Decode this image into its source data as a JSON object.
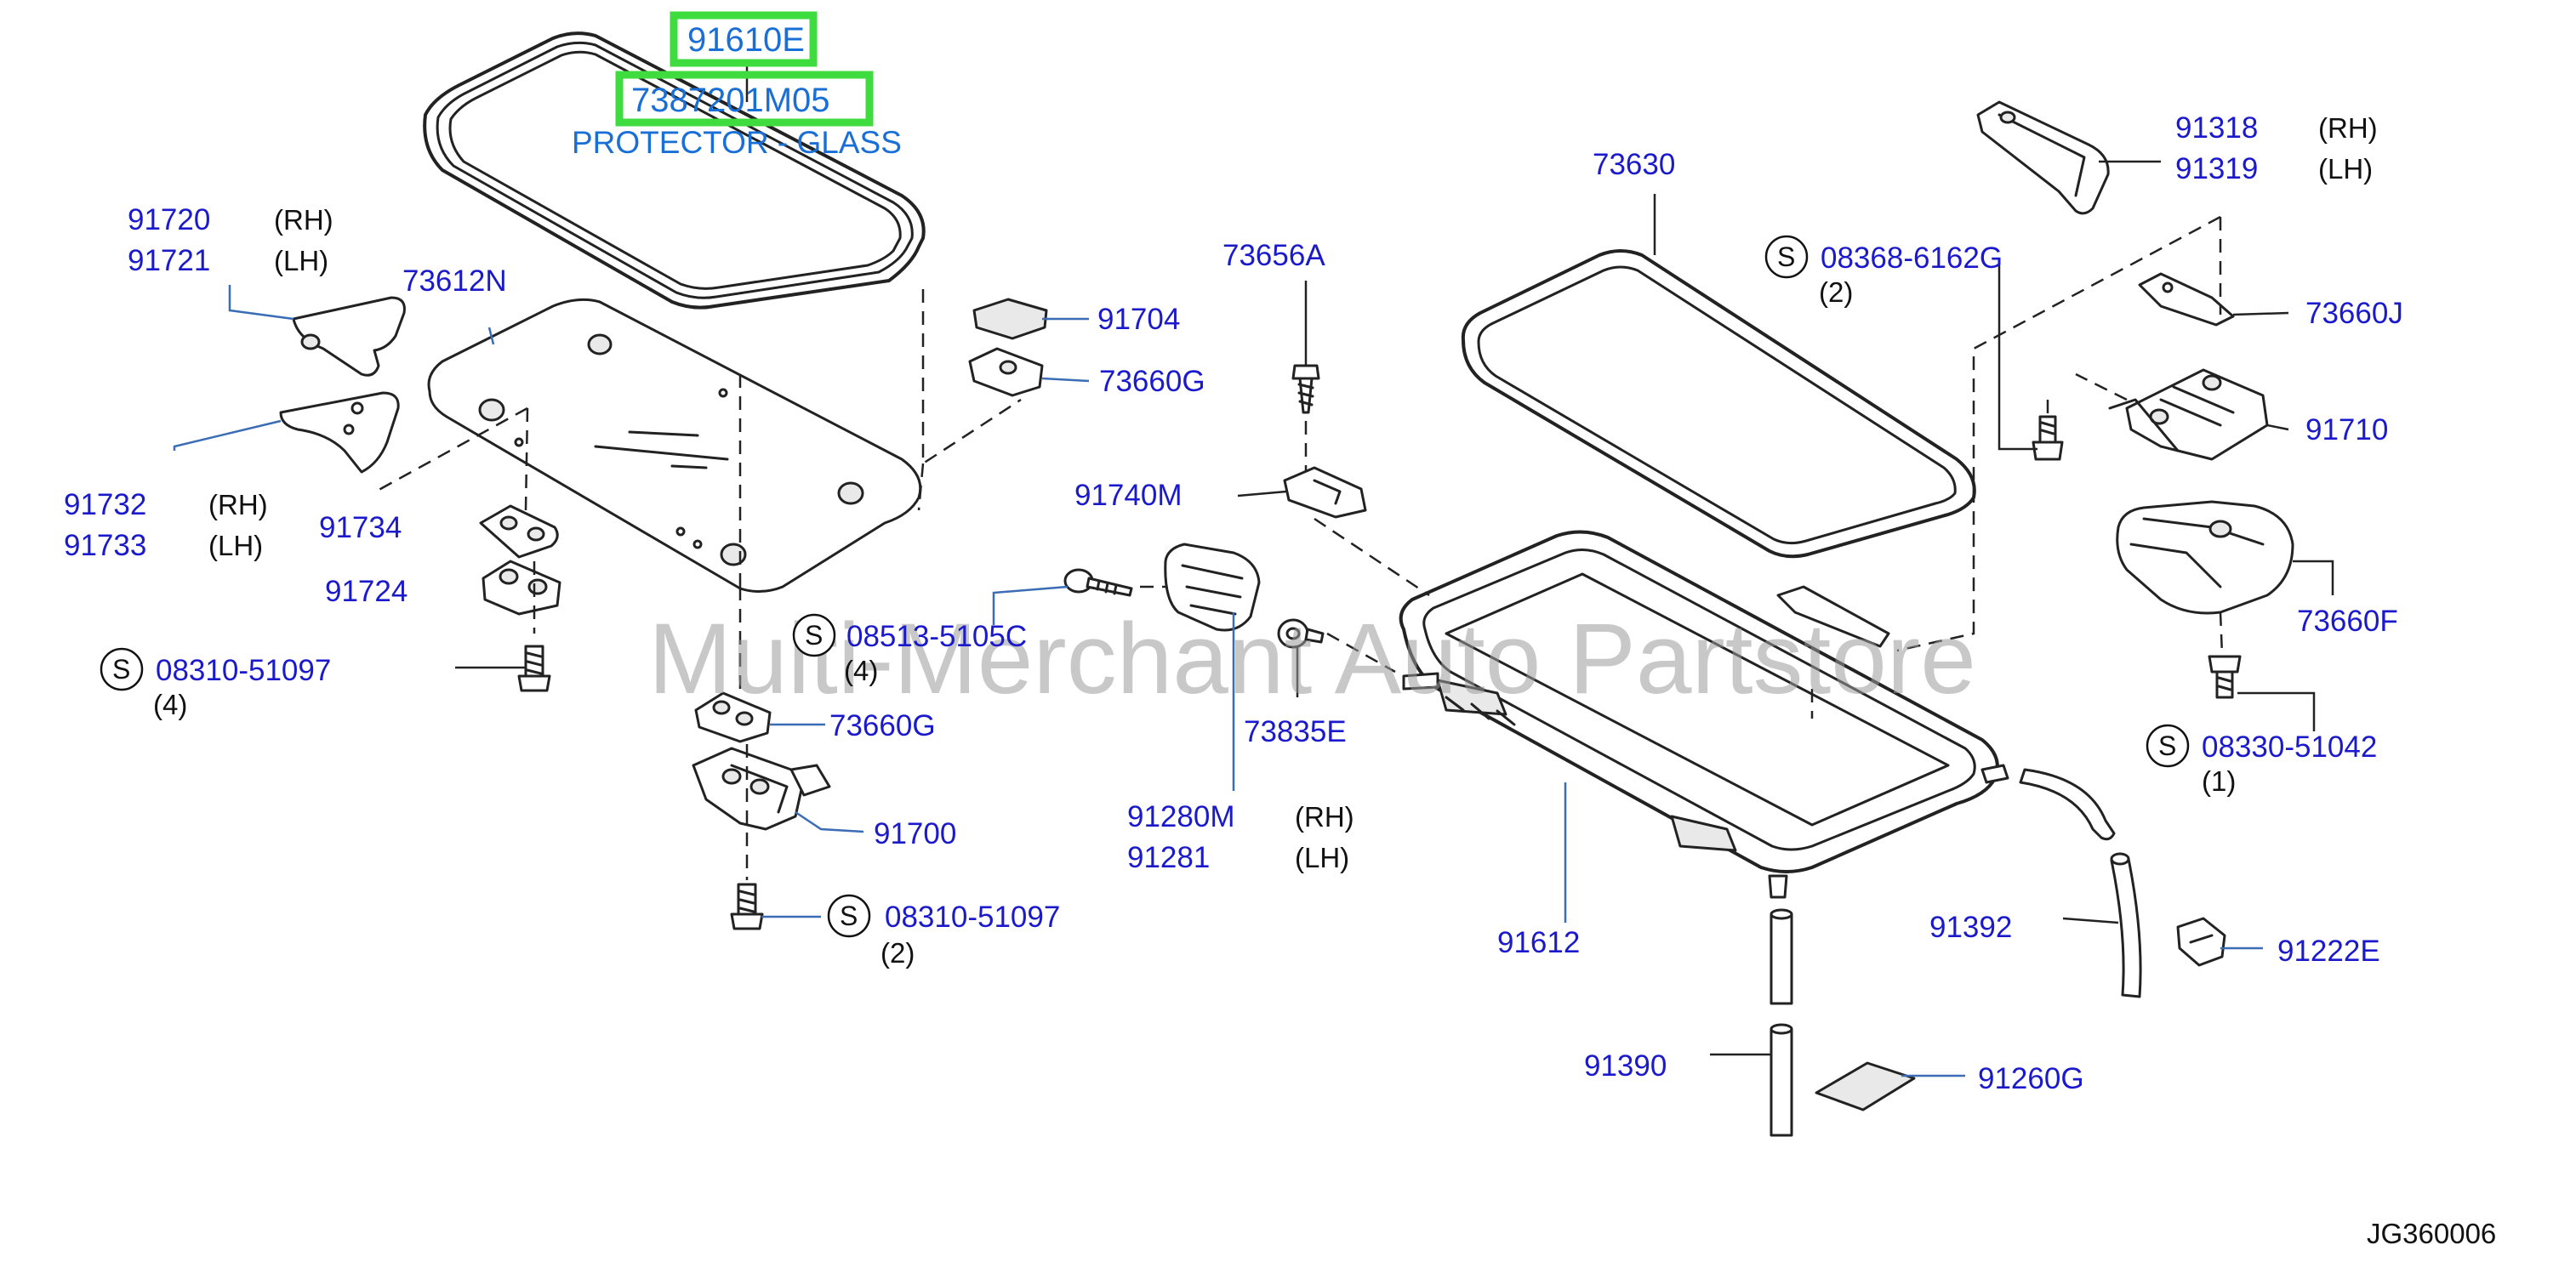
{
  "diagram": {
    "highlight": {
      "part_primary": "91610E",
      "part_secondary": "7387201M05",
      "description": "PROTECTOR - GLASS"
    },
    "labels": [
      {
        "id": "l73612n",
        "text": "73612N"
      },
      {
        "id": "l91720",
        "text": "91720",
        "side": "(RH)"
      },
      {
        "id": "l91721",
        "text": "91721",
        "side": "(LH)"
      },
      {
        "id": "l91732",
        "text": "91732",
        "side": "(RH)"
      },
      {
        "id": "l91733",
        "text": "91733",
        "side": "(LH)"
      },
      {
        "id": "l91734",
        "text": "91734"
      },
      {
        "id": "l91724",
        "text": "91724"
      },
      {
        "id": "l0831051097a",
        "text": "08310-51097",
        "standard": "S",
        "qty": "(4)"
      },
      {
        "id": "l91704",
        "text": "91704"
      },
      {
        "id": "l73660g_a",
        "text": "73660G"
      },
      {
        "id": "l73656a",
        "text": "73656A"
      },
      {
        "id": "l91740m",
        "text": "91740M"
      },
      {
        "id": "l085135105c",
        "text": "08513-5105C",
        "standard": "S",
        "qty": "(4)"
      },
      {
        "id": "l73660g_b",
        "text": "73660G"
      },
      {
        "id": "l91700",
        "text": "91700"
      },
      {
        "id": "l0831051097b",
        "text": "08310-51097",
        "standard": "S",
        "qty": "(2)"
      },
      {
        "id": "l73835e",
        "text": "73835E"
      },
      {
        "id": "l91280m",
        "text": "91280M",
        "side": "(RH)"
      },
      {
        "id": "l91281",
        "text": "91281",
        "side": "(LH)"
      },
      {
        "id": "l73630",
        "text": "73630"
      },
      {
        "id": "l083686162g",
        "text": "08368-6162G",
        "standard": "S",
        "qty": "(2)"
      },
      {
        "id": "l91318",
        "text": "91318",
        "side": "(RH)"
      },
      {
        "id": "l91319",
        "text": "91319",
        "side": "(LH)"
      },
      {
        "id": "l73660j",
        "text": "73660J"
      },
      {
        "id": "l91710",
        "text": "91710"
      },
      {
        "id": "l73660f",
        "text": "73660F"
      },
      {
        "id": "l0833051042",
        "text": "08330-51042",
        "standard": "S",
        "qty": "(1)"
      },
      {
        "id": "l91612",
        "text": "91612"
      },
      {
        "id": "l91392",
        "text": "91392"
      },
      {
        "id": "l91222e",
        "text": "91222E"
      },
      {
        "id": "l91390",
        "text": "91390"
      },
      {
        "id": "l91260g",
        "text": "91260G"
      }
    ],
    "watermark": "Multi-Merchant Auto Partstore",
    "diagram_code": "JG360006",
    "colors": {
      "part_number": "#1a1acc",
      "highlight_text": "#1a6fd6",
      "highlight_box": "#3fdc3f",
      "drawing": "#222222",
      "watermark": "#9a9a9a"
    }
  }
}
